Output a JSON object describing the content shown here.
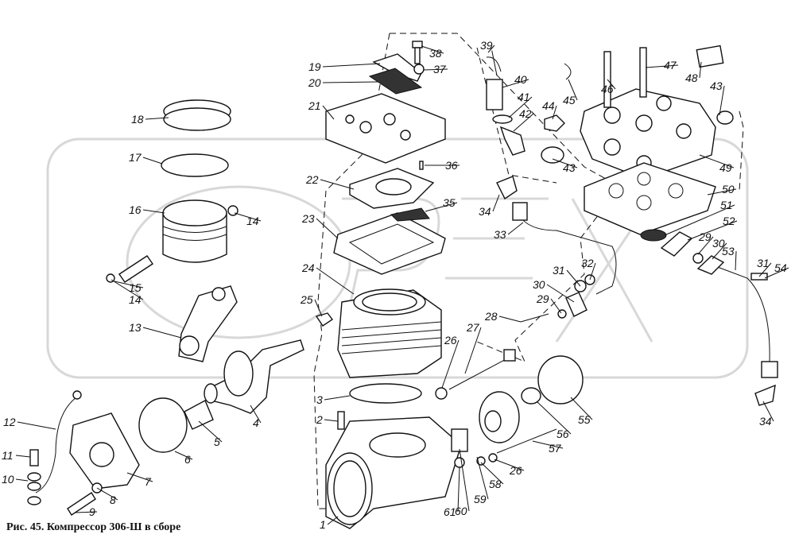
{
  "caption": "Рис. 45. Компрессор 306-Ш в сборе",
  "watermark": "OPEX",
  "callouts": [
    "39",
    "38",
    "37",
    "19",
    "20",
    "21",
    "18",
    "47",
    "48",
    "46",
    "45",
    "40",
    "41",
    "42",
    "44",
    "43",
    "43",
    "49",
    "17",
    "36",
    "22",
    "50",
    "34",
    "35",
    "16",
    "14",
    "23",
    "33",
    "51",
    "52",
    "29",
    "30",
    "53",
    "31",
    "54",
    "24",
    "15",
    "14",
    "32",
    "31",
    "30",
    "29",
    "25",
    "28",
    "13",
    "27",
    "26",
    "55",
    "56",
    "3",
    "4",
    "2",
    "5",
    "6",
    "12",
    "7",
    "11",
    "57",
    "10",
    "8",
    "9",
    "58",
    "26",
    "59",
    "60",
    "61",
    "1",
    "34"
  ]
}
